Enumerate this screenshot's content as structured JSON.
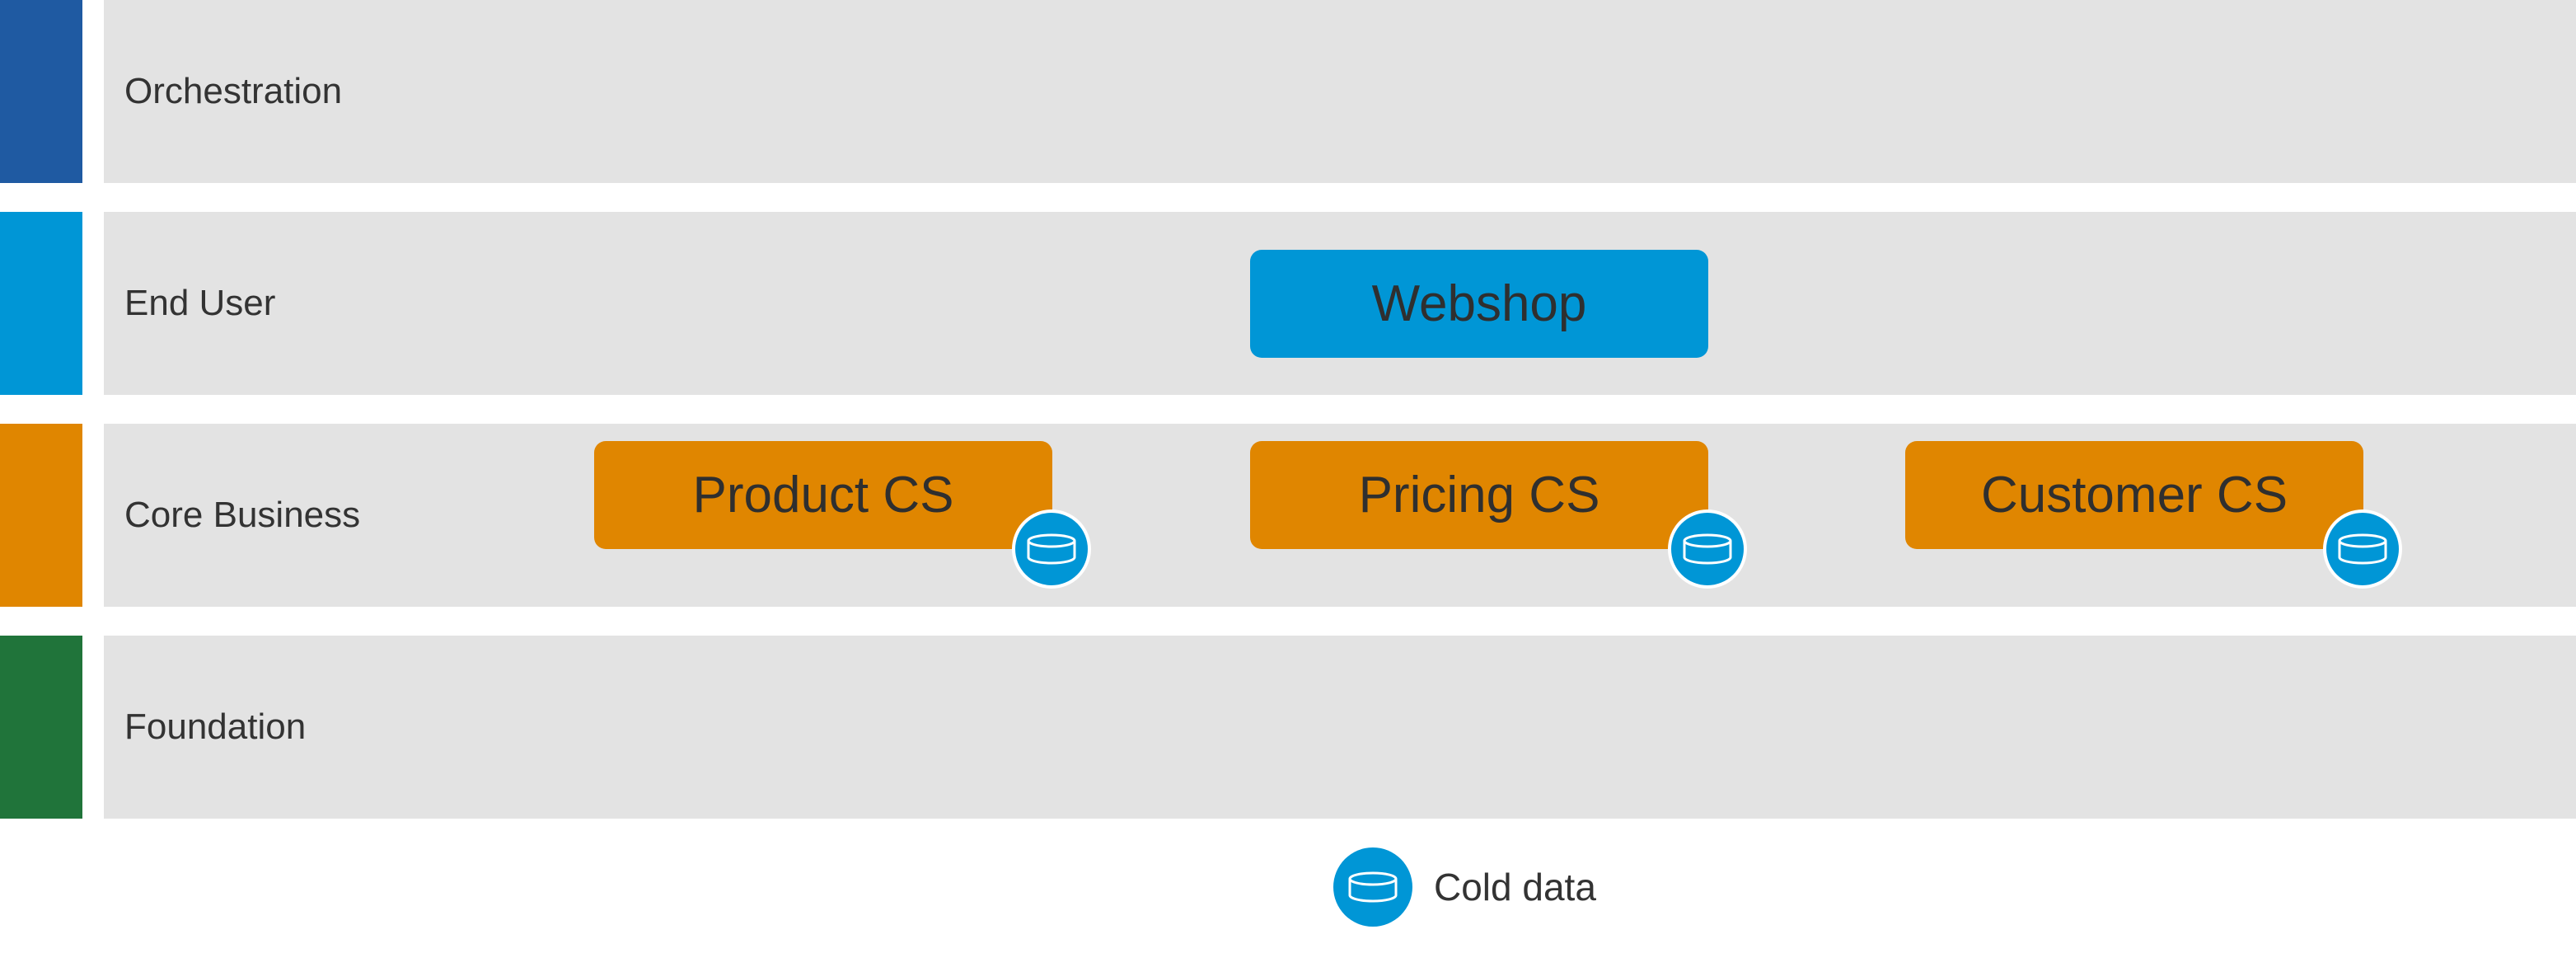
{
  "layers": [
    {
      "label": "Orchestration",
      "color": "#1f5aa2"
    },
    {
      "label": "End User",
      "color": "#0096d6"
    },
    {
      "label": "Core Business",
      "color": "#e08600"
    },
    {
      "label": "Foundation",
      "color": "#20743a"
    }
  ],
  "services": [
    {
      "label": "Webshop",
      "layer": "End User",
      "color": "#0096d6",
      "has_cold_data": false
    },
    {
      "label": "Product CS",
      "layer": "Core Business",
      "color": "#e08600",
      "has_cold_data": true
    },
    {
      "label": "Pricing CS",
      "layer": "Core Business",
      "color": "#e08600",
      "has_cold_data": true
    },
    {
      "label": "Customer CS",
      "layer": "Core Business",
      "color": "#e08600",
      "has_cold_data": true
    }
  ],
  "badge": {
    "icon": "database-icon",
    "color": "#0096d6"
  },
  "legend": {
    "label": "Cold data",
    "icon": "database-icon"
  }
}
